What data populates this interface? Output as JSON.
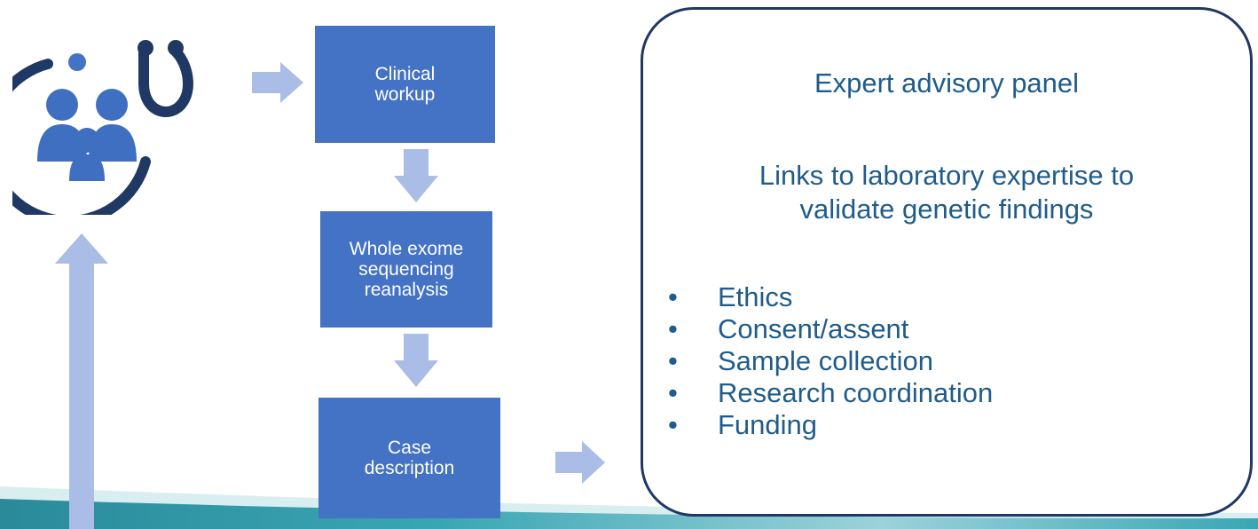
{
  "flow": {
    "clinical_workup": "Clinical\nworkup",
    "wes_reanalysis": "Whole exome\nsequencing\nreanalysis",
    "case_description": "Case\ndescription"
  },
  "panel": {
    "title": "Expert advisory panel",
    "links_line1": "Links to laboratory expertise to",
    "links_line2": "validate genetic findings",
    "bullet_char": "•",
    "bullets": [
      "Ethics",
      "Consent/assent",
      "Sample collection",
      "Research coordination",
      "Funding"
    ]
  },
  "icons": {
    "clinician_family": "family-stethoscope-icon"
  },
  "colors": {
    "box": "#4472c4",
    "arrow": "#a9bde6",
    "panel_border": "#1f3864",
    "panel_text": "#1f5c8b",
    "icon": "#1f3864",
    "wave_teal": "#1f9ba8",
    "wave_light": "#cfe8ec"
  }
}
